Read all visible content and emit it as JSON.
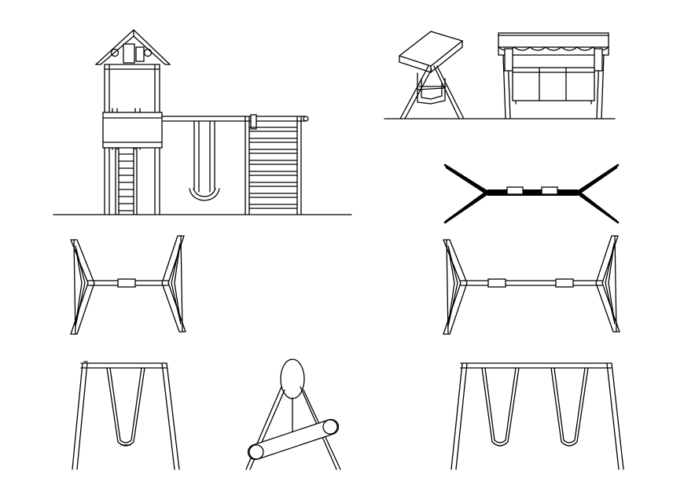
{
  "drawing": {
    "background": "#ffffff",
    "line_color": "#000000",
    "items": [
      "playhouse-tower-with-swing-elevation",
      "canopy-glider-swing-side-view",
      "canopy-glider-swing-front-view",
      "swing-set-top-view-dark",
      "single-swing-top-view",
      "double-swing-top-view",
      "single-swing-front-view",
      "swing-side-view",
      "double-swing-front-view"
    ]
  }
}
